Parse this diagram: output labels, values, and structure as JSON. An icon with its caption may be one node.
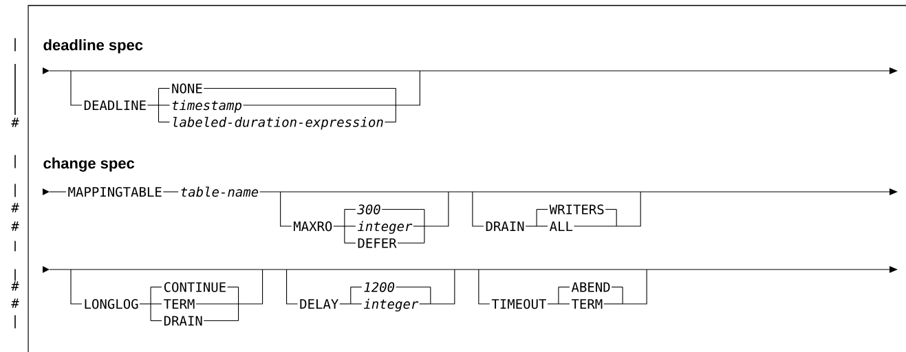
{
  "diagram": {
    "labels": [
      "|",
      "deadline spec",
      "|",
      "NONE",
      "DEADLINE",
      "timestamp",
      "#",
      "labeled-duration-expression",
      "|",
      "change spec",
      "|",
      "MAPPINGTABLE",
      "table-name",
      "#",
      "300",
      "WRITERS",
      "#",
      "MAXRO",
      "integer",
      "DRAIN",
      "ALL",
      "|",
      "DEFER",
      "|",
      "#",
      "CONTINUE",
      "1200",
      "ABEND",
      "#",
      "LONGLOG",
      "TERM",
      "DELAY",
      "integer",
      "TIMEOUT",
      "TERM",
      "DRAIN",
      "|"
    ]
  }
}
